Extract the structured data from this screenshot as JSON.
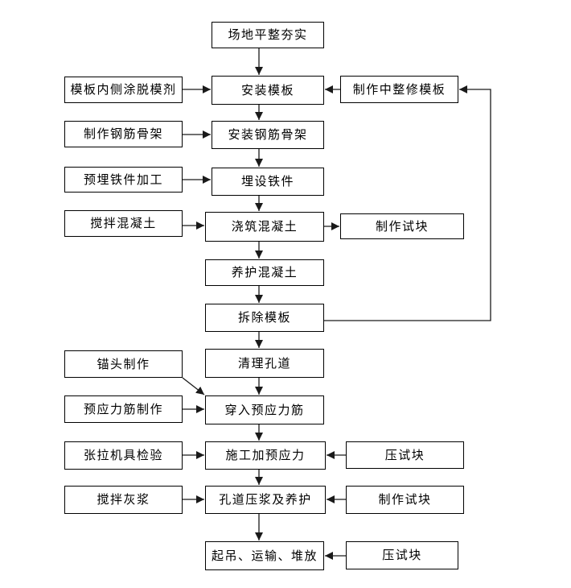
{
  "diagram": {
    "type": "flowchart",
    "language": "zh-CN",
    "colors": {
      "background": "#ffffff",
      "box_fill": "#ffffff",
      "box_border": "#000000",
      "line": "#1a1a1a",
      "text": "#000000"
    },
    "nodes": [
      {
        "id": "site-leveling",
        "label": "场地平整夯实"
      },
      {
        "id": "install-formwork",
        "label": "安装模板"
      },
      {
        "id": "install-rebar-cage",
        "label": "安装钢筋骨架"
      },
      {
        "id": "embed-iron-parts",
        "label": "埋设铁件"
      },
      {
        "id": "pour-concrete",
        "label": "浇筑混凝土"
      },
      {
        "id": "cure-concrete",
        "label": "养护混凝土"
      },
      {
        "id": "remove-formwork",
        "label": "拆除模板"
      },
      {
        "id": "clean-ducts",
        "label": "清理孔道"
      },
      {
        "id": "thread-tendons",
        "label": "穿入预应力筋"
      },
      {
        "id": "apply-prestress",
        "label": "施工加预应力"
      },
      {
        "id": "duct-grouting-curing",
        "label": "孔道压浆及养护"
      },
      {
        "id": "lift-transport-stack",
        "label": "起吊、运输、堆放"
      },
      {
        "id": "coat-release-agent",
        "label": "模板内侧涂脱模剂"
      },
      {
        "id": "make-rebar-cage",
        "label": "制作钢筋骨架"
      },
      {
        "id": "process-embedded-iron",
        "label": "预埋铁件加工"
      },
      {
        "id": "mix-concrete",
        "label": "搅拌混凝土"
      },
      {
        "id": "anchor-head-making",
        "label": "锚头制作"
      },
      {
        "id": "tendon-making",
        "label": "预应力筋制作"
      },
      {
        "id": "tensioning-equipment-check",
        "label": "张拉机具检验"
      },
      {
        "id": "mortar-mixing",
        "label": "搅拌灰浆"
      },
      {
        "id": "repair-formwork",
        "label": "制作中整修模板"
      },
      {
        "id": "make-test-blocks-1",
        "label": "制作试块"
      },
      {
        "id": "press-test-block-1",
        "label": "压试块"
      },
      {
        "id": "make-test-blocks-2",
        "label": "制作试块"
      },
      {
        "id": "press-test-block-2",
        "label": "压试块"
      }
    ],
    "edges": [
      {
        "from": "site-leveling",
        "to": "install-formwork"
      },
      {
        "from": "install-formwork",
        "to": "install-rebar-cage"
      },
      {
        "from": "install-rebar-cage",
        "to": "embed-iron-parts"
      },
      {
        "from": "embed-iron-parts",
        "to": "pour-concrete"
      },
      {
        "from": "pour-concrete",
        "to": "cure-concrete"
      },
      {
        "from": "cure-concrete",
        "to": "remove-formwork"
      },
      {
        "from": "remove-formwork",
        "to": "clean-ducts"
      },
      {
        "from": "clean-ducts",
        "to": "thread-tendons"
      },
      {
        "from": "thread-tendons",
        "to": "apply-prestress"
      },
      {
        "from": "apply-prestress",
        "to": "duct-grouting-curing"
      },
      {
        "from": "duct-grouting-curing",
        "to": "lift-transport-stack"
      },
      {
        "from": "coat-release-agent",
        "to": "install-formwork"
      },
      {
        "from": "make-rebar-cage",
        "to": "install-rebar-cage"
      },
      {
        "from": "process-embedded-iron",
        "to": "embed-iron-parts"
      },
      {
        "from": "mix-concrete",
        "to": "pour-concrete"
      },
      {
        "from": "anchor-head-making",
        "to": "thread-tendons"
      },
      {
        "from": "tendon-making",
        "to": "thread-tendons"
      },
      {
        "from": "tensioning-equipment-check",
        "to": "apply-prestress"
      },
      {
        "from": "mortar-mixing",
        "to": "duct-grouting-curing"
      },
      {
        "from": "repair-formwork",
        "to": "install-formwork"
      },
      {
        "from": "pour-concrete",
        "to": "make-test-blocks-1"
      },
      {
        "from": "press-test-block-1",
        "to": "apply-prestress"
      },
      {
        "from": "make-test-blocks-2",
        "to": "duct-grouting-curing"
      },
      {
        "from": "press-test-block-2",
        "to": "lift-transport-stack"
      },
      {
        "from": "remove-formwork",
        "to": "repair-formwork"
      }
    ]
  }
}
